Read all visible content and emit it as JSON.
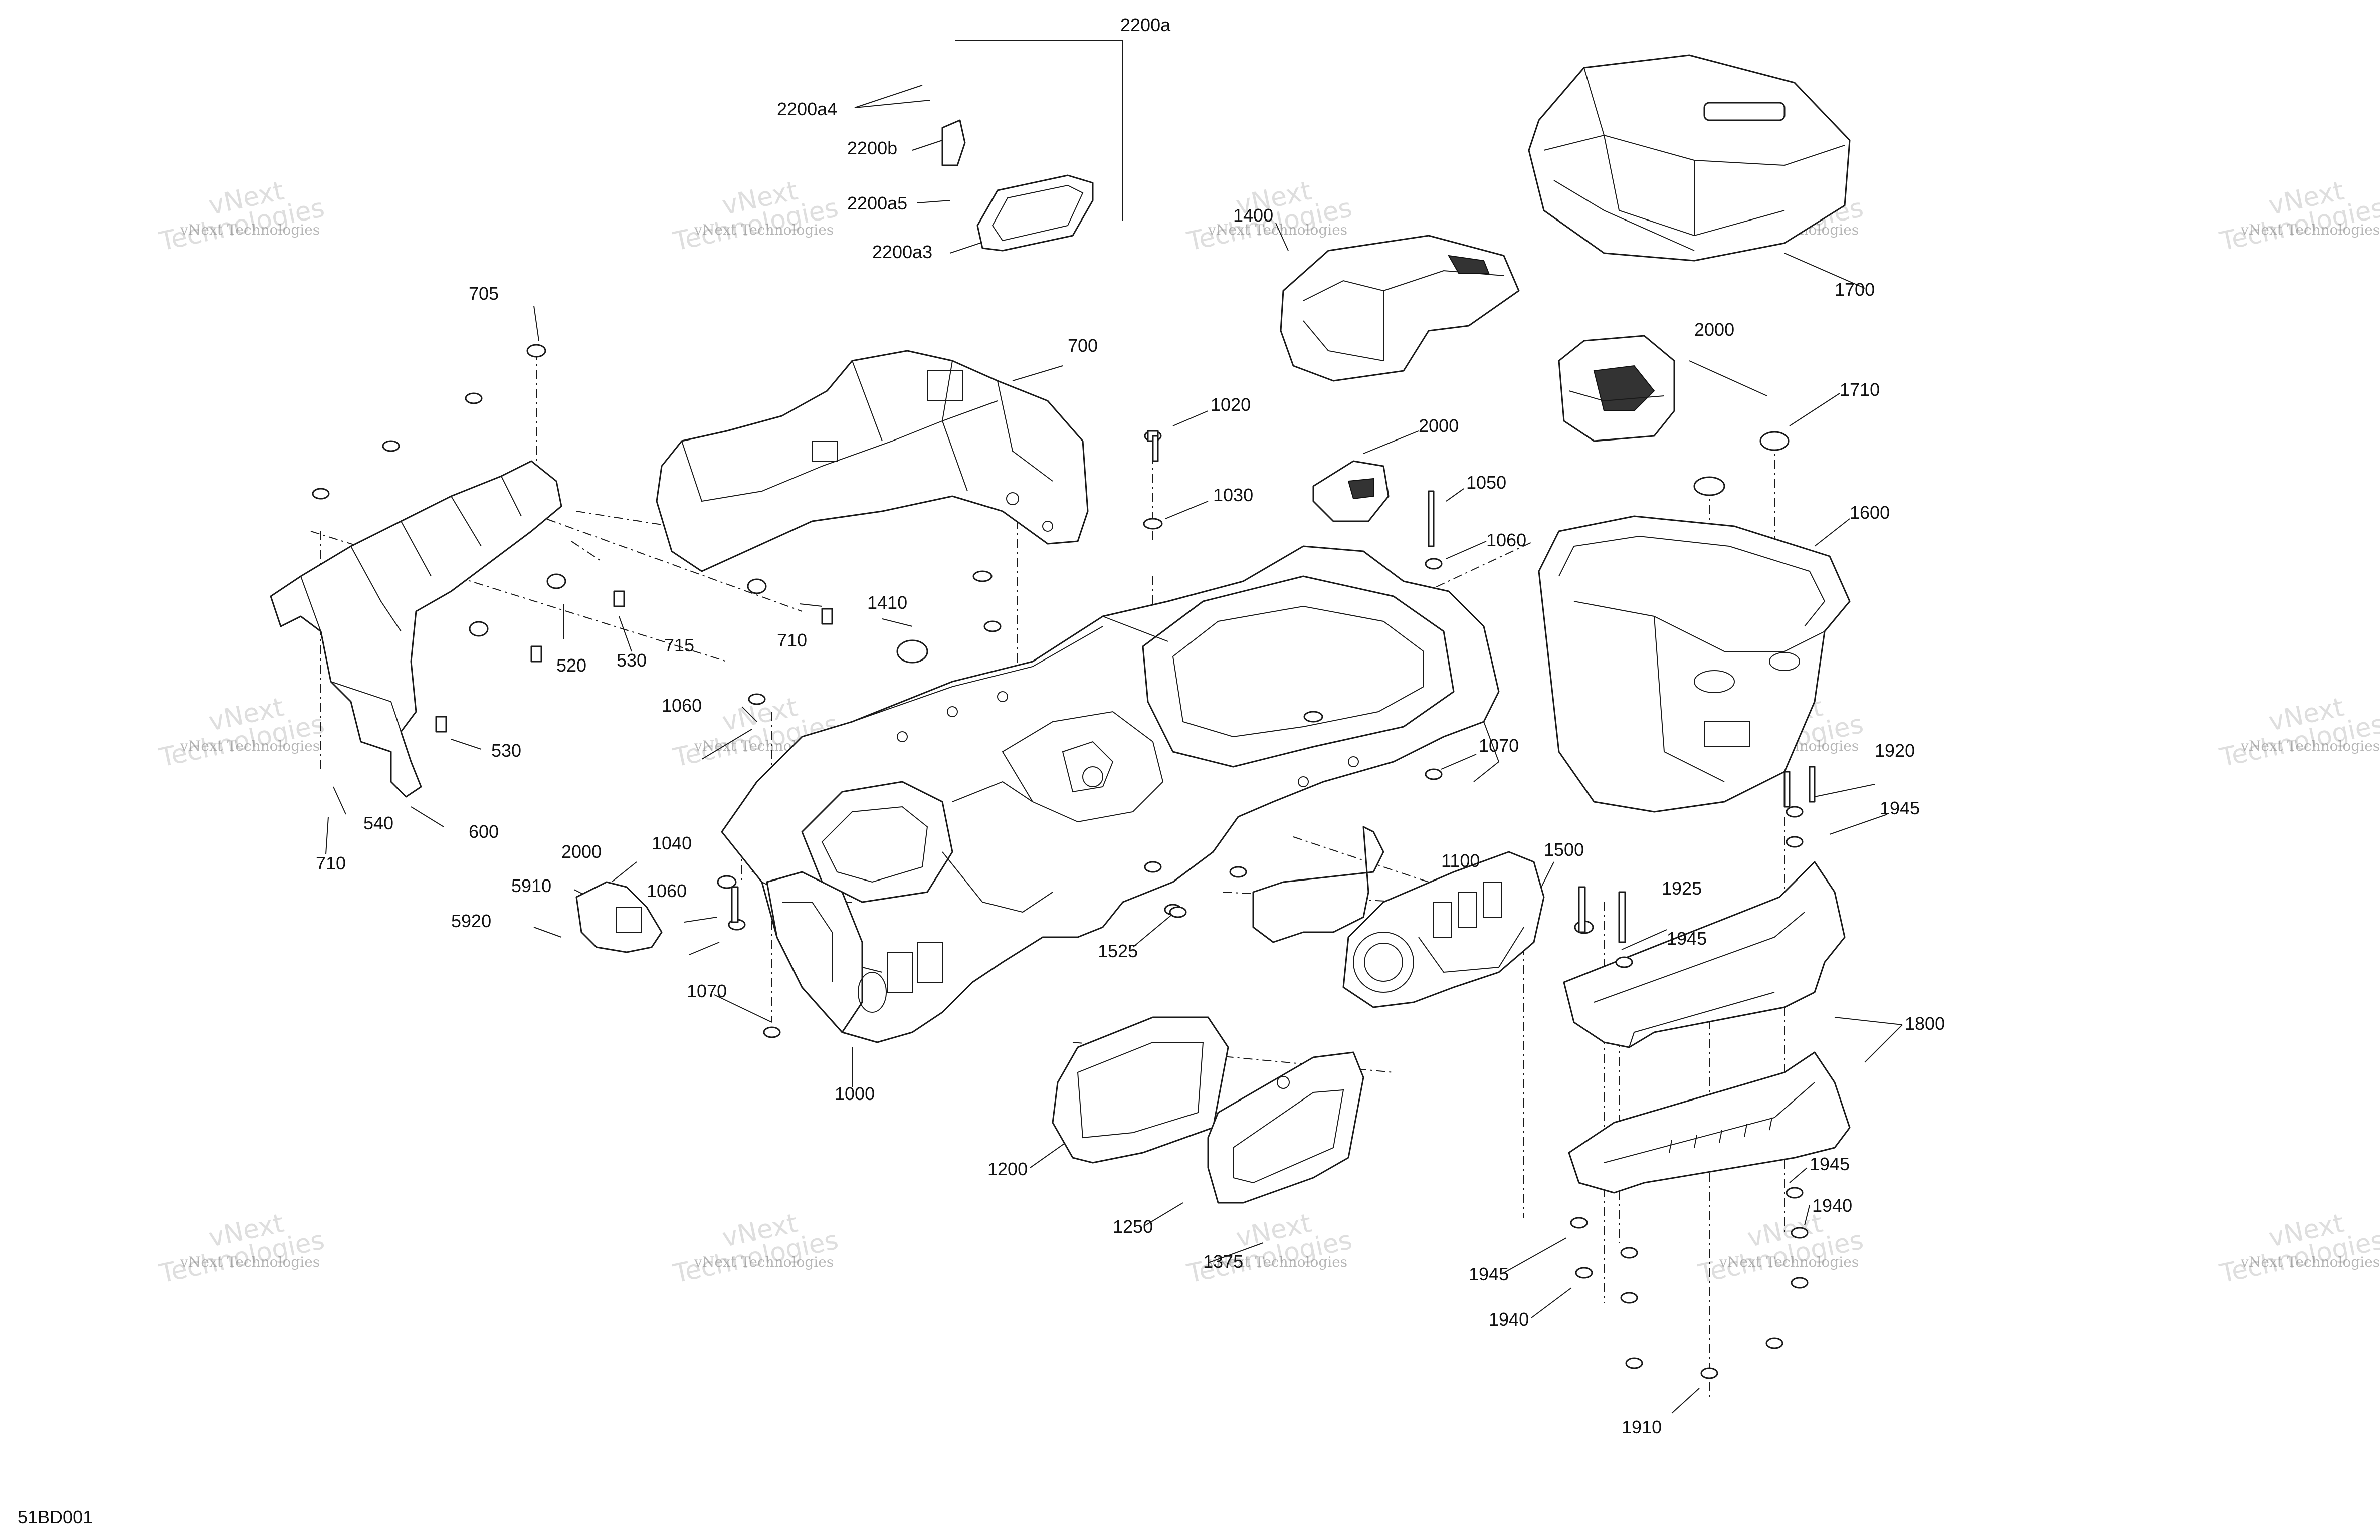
{
  "diagram_code": "51BD001",
  "watermark": {
    "line1": "vNext Technologies",
    "line2": "vNext",
    "line3": "Technologies"
  },
  "callouts": [
    {
      "id": "c2200a",
      "label": "2200a"
    },
    {
      "id": "c2200a4",
      "label": "2200a4"
    },
    {
      "id": "c2200b",
      "label": "2200b"
    },
    {
      "id": "c2200a5",
      "label": "2200a5"
    },
    {
      "id": "c2200a3",
      "label": "2200a3"
    },
    {
      "id": "c1400",
      "label": "1400"
    },
    {
      "id": "c1700",
      "label": "1700"
    },
    {
      "id": "c705",
      "label": "705"
    },
    {
      "id": "c700",
      "label": "700"
    },
    {
      "id": "c1020",
      "label": "1020"
    },
    {
      "id": "c2000a",
      "label": "2000"
    },
    {
      "id": "c2000b",
      "label": "2000"
    },
    {
      "id": "c1710",
      "label": "1710"
    },
    {
      "id": "c1030",
      "label": "1030"
    },
    {
      "id": "c1050",
      "label": "1050"
    },
    {
      "id": "c1060a",
      "label": "1060"
    },
    {
      "id": "c1600",
      "label": "1600"
    },
    {
      "id": "c520",
      "label": "520"
    },
    {
      "id": "c530a",
      "label": "530"
    },
    {
      "id": "c1410",
      "label": "1410"
    },
    {
      "id": "c715",
      "label": "715"
    },
    {
      "id": "c710a",
      "label": "710"
    },
    {
      "id": "c1060b",
      "label": "1060"
    },
    {
      "id": "c530b",
      "label": "530"
    },
    {
      "id": "c1070a",
      "label": "1070"
    },
    {
      "id": "c1920",
      "label": "1920"
    },
    {
      "id": "c1945a",
      "label": "1945"
    },
    {
      "id": "c540",
      "label": "540"
    },
    {
      "id": "c600",
      "label": "600"
    },
    {
      "id": "c710b",
      "label": "710"
    },
    {
      "id": "c2000c",
      "label": "2000"
    },
    {
      "id": "c1040",
      "label": "1040"
    },
    {
      "id": "c1100",
      "label": "1100"
    },
    {
      "id": "c1500",
      "label": "1500"
    },
    {
      "id": "c1925",
      "label": "1925"
    },
    {
      "id": "c5910",
      "label": "5910"
    },
    {
      "id": "c1060c",
      "label": "1060"
    },
    {
      "id": "c5920",
      "label": "5920"
    },
    {
      "id": "c1525",
      "label": "1525"
    },
    {
      "id": "c1945b",
      "label": "1945"
    },
    {
      "id": "c1070b",
      "label": "1070"
    },
    {
      "id": "c1800",
      "label": "1800"
    },
    {
      "id": "c1000",
      "label": "1000"
    },
    {
      "id": "c1200",
      "label": "1200"
    },
    {
      "id": "c1945c",
      "label": "1945"
    },
    {
      "id": "c1940a",
      "label": "1940"
    },
    {
      "id": "c1250",
      "label": "1250"
    },
    {
      "id": "c1375",
      "label": "1375"
    },
    {
      "id": "c1945d",
      "label": "1945"
    },
    {
      "id": "c1940b",
      "label": "1940"
    },
    {
      "id": "c1910",
      "label": "1910"
    }
  ]
}
